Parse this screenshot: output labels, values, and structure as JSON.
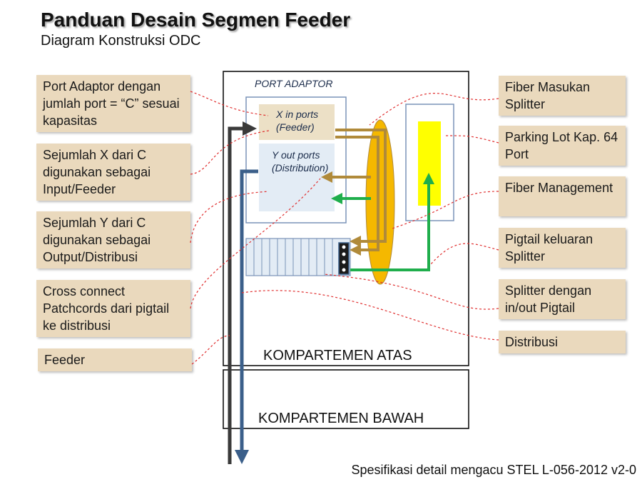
{
  "title": "Panduan Desain Segmen Feeder",
  "subtitle": "Diagram Konstruksi ODC",
  "left_callouts": [
    {
      "text": "Port Adaptor dengan jumlah port = “C” sesuai kapasitas"
    },
    {
      "text": "Sejumlah X dari C digunakan sebagai Input/Feeder"
    },
    {
      "text": "Sejumlah Y dari C digunakan sebagai Output/Distribusi"
    },
    {
      "text": "Cross connect Patchcords dari pigtail ke distribusi"
    },
    {
      "text": "Feeder"
    }
  ],
  "right_callouts": [
    {
      "text": "Fiber Masukan Splitter"
    },
    {
      "text": "Parking Lot Kap. 64 Port"
    },
    {
      "text": "Fiber Management"
    },
    {
      "text": "Pigtail keluaran Splitter"
    },
    {
      "text": "Splitter dengan in/out Pigtail"
    },
    {
      "text": "Distribusi"
    }
  ],
  "diagram": {
    "port_adaptor_label": "PORT  ADAPTOR",
    "x_in_ports_line1": "X in ports",
    "x_in_ports_line2": "(Feeder)",
    "y_out_ports_line1": "Y out ports",
    "y_out_ports_line2": "(Distribution)",
    "upper_compartment": "KOMPARTEMEN ATAS",
    "lower_compartment": "KOMPARTEMEN BAWAH"
  },
  "colors": {
    "callout_bg": "#ead9bd",
    "feeder_arrow": "#3a3a3a",
    "distribution_arrow": "#3b5f8a",
    "splitter_fiber": "#b08a3a",
    "pigtail_green": "#1fae4c",
    "fiber_management": "#f5b800",
    "parking_lot": "#ffff00",
    "leader_line": "#e03030"
  },
  "footer": "Spesifikasi detail mengacu STEL L-056-2012 v2-0"
}
